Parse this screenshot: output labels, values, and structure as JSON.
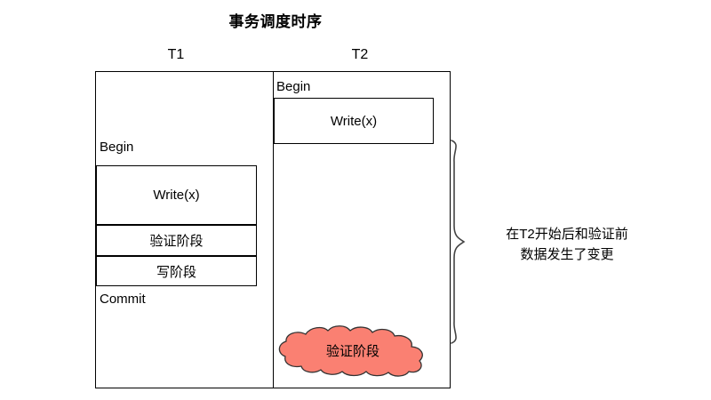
{
  "diagram": {
    "title": "事务调度时序",
    "type": "transaction-schedule-timeline",
    "columns": [
      {
        "id": "t1",
        "header": "T1"
      },
      {
        "id": "t2",
        "header": "T2"
      }
    ],
    "t1": {
      "begin_label": "Begin",
      "write_box": "Write(x)",
      "validate_box": "验证阶段",
      "write_phase_box": "写阶段",
      "commit_label": "Commit"
    },
    "t2": {
      "begin_label": "Begin",
      "write_box": "Write(x)",
      "cloud_label": "验证阶段"
    },
    "annotation": {
      "line1": "在T2开始后和验证前",
      "line2": "数据发生了变更"
    },
    "colors": {
      "stroke": "#000000",
      "background": "#ffffff",
      "cloud_fill": "#FA8072",
      "cloud_stroke": "#333333"
    }
  }
}
